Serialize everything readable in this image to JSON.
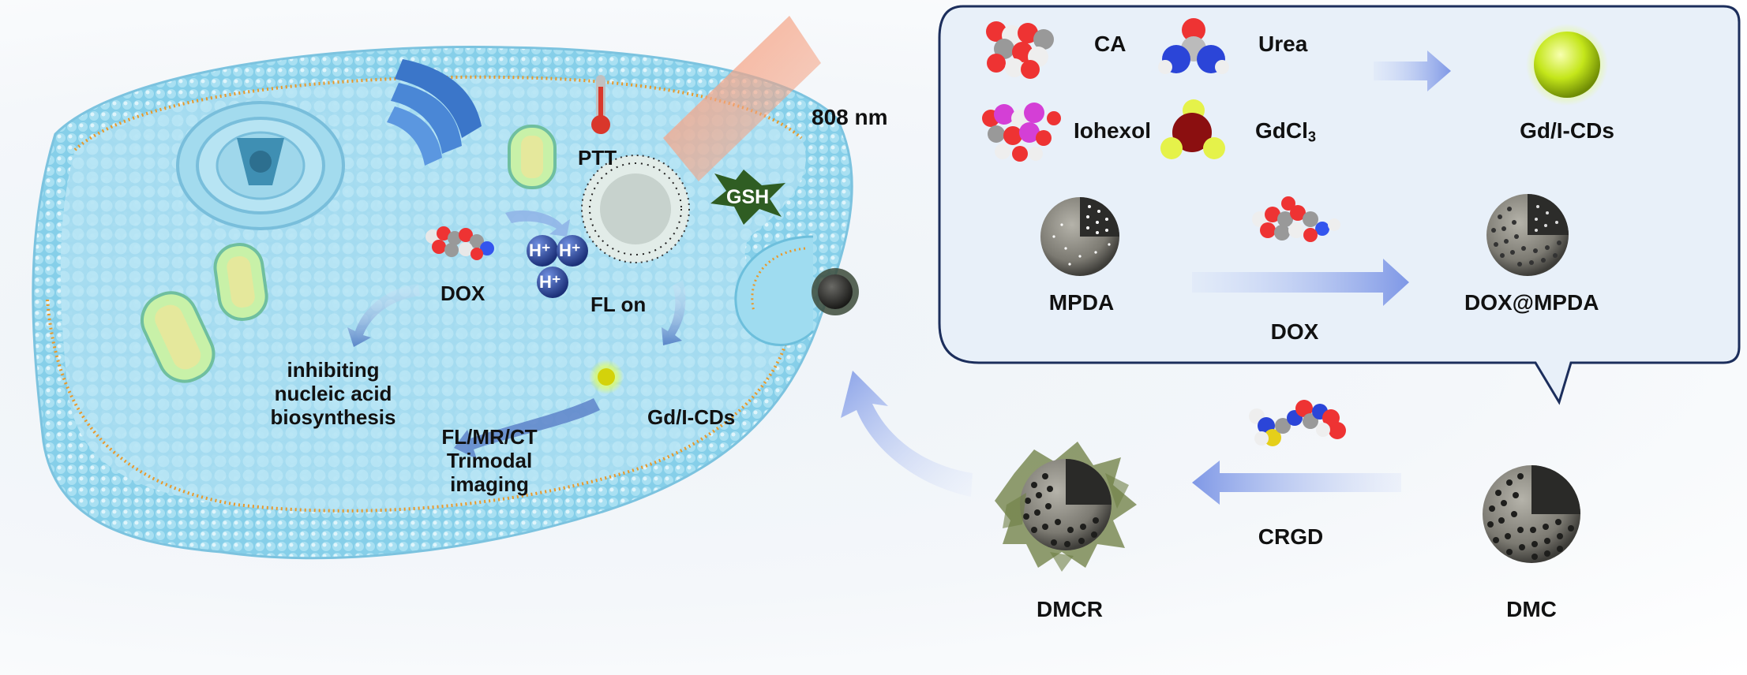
{
  "labels": {
    "laser_wavelength": "808 nm",
    "ptt": "PTT",
    "gsh": "GSH",
    "h1": "H⁺",
    "h2": "H⁺",
    "h3": "H⁺",
    "dox_cell": "DOX",
    "fl_on": "FL on",
    "inhibit_line1": "inhibiting",
    "inhibit_line2": "nucleic acid",
    "inhibit_line3": "biosynthesis",
    "imaging_line1": "FL/MR/CT",
    "imaging_line2": "Trimodal",
    "imaging_line3": "imaging",
    "gdi_cds_cell": "Gd/I-CDs",
    "ca": "CA",
    "urea": "Urea",
    "iohexol": "Iohexol",
    "gdcl3_base": "GdCl",
    "gdcl3_sub": "3",
    "gdi_cds_box": "Gd/I-CDs",
    "mpda": "MPDA",
    "dox_box": "DOX",
    "dox_mpda": "DOX@MPDA",
    "crgd": "CRGD",
    "dmcr": "DMCR",
    "dmc": "DMC"
  },
  "colors": {
    "cell_membrane": "#8fd3ec",
    "cell_interior": "#bfe8f6",
    "lipid_line": "#f0a030",
    "laser": "#f49a7a",
    "gsh_star": "#2f5d23",
    "proton": "#1e3f8f",
    "cd_particle": "#e8f52a",
    "arrow": "#8aa2e8",
    "panel_fill": "#e8f0f9",
    "panel_border": "#1c2e5c"
  }
}
